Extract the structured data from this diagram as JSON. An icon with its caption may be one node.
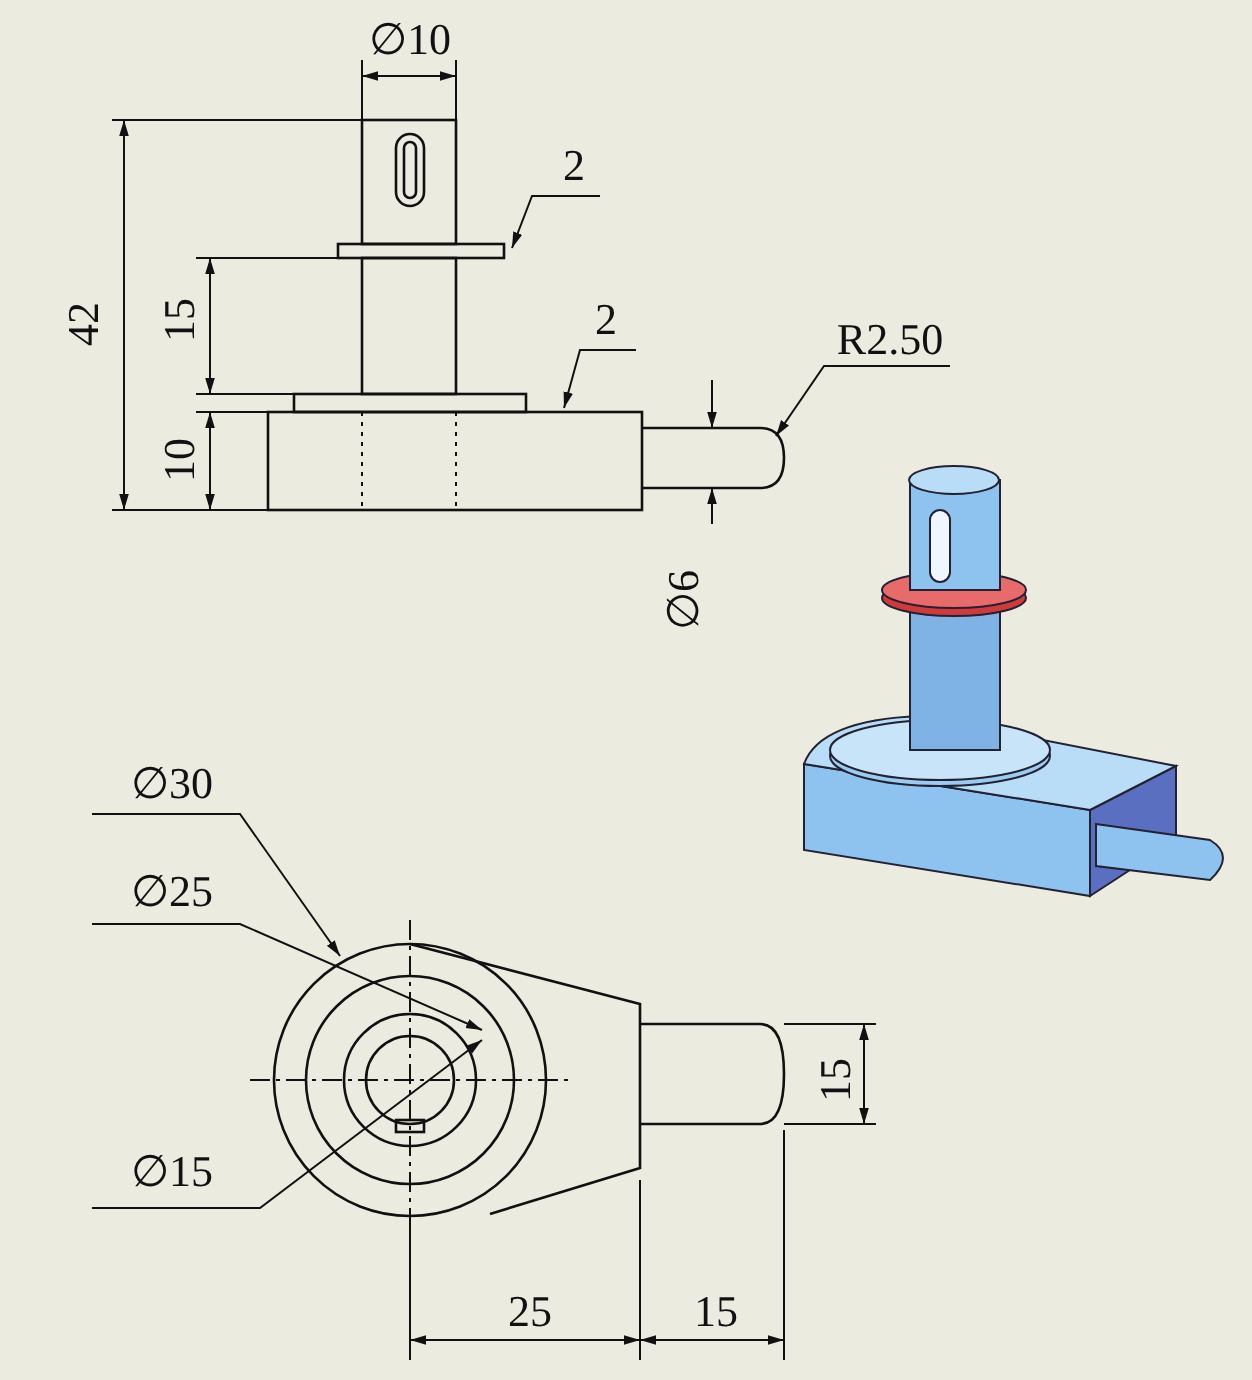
{
  "diagram": {
    "labels": [
      "∅10",
      "2",
      "42",
      "15",
      "2",
      "R2.50",
      "10",
      "∅6",
      "∅30",
      "∅25",
      "∅15",
      "15",
      "25",
      "15"
    ]
  }
}
